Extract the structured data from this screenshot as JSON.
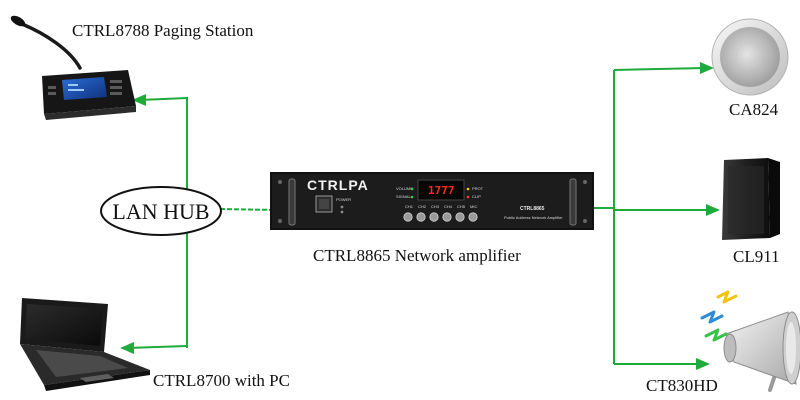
{
  "colors": {
    "link": "#1faa3c",
    "arrow": "#1faa3c"
  },
  "labels": {
    "paging_station": "CTRL8788 Paging Station",
    "lan_hub": "LAN HUB",
    "amplifier": "CTRL8865 Network amplifier",
    "pc": "CTRL8700 with PC",
    "ceiling_speaker": "CA824",
    "wall_speaker": "CL911",
    "horn_speaker": "CT830HD"
  },
  "amplifier_panel": {
    "brand": "CTRLPA",
    "model": "CTRL8865",
    "subtitle": "Public Address Network Amplifier",
    "display": "1777",
    "power_label": "POWER",
    "left_labels": [
      "VOLUME",
      "SIGNAL"
    ],
    "right_labels": [
      "PROT",
      "CLIP"
    ],
    "knob_labels": [
      "CH1",
      "CH2",
      "CH3",
      "CH4",
      "CH5",
      "MIC"
    ]
  },
  "icons": {
    "paging_station": "paging-station-icon",
    "laptop": "laptop-icon",
    "ceiling_speaker": "ceiling-speaker-icon",
    "wall_speaker": "wall-speaker-icon",
    "horn_speaker": "horn-speaker-icon",
    "signal": "wireless-signal-icon"
  }
}
